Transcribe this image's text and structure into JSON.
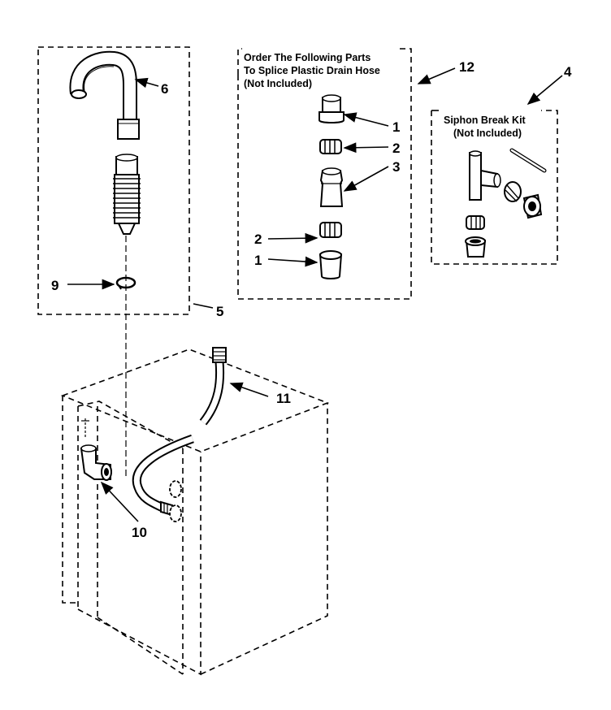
{
  "diagram": {
    "box12_title_lines": [
      "Order The Following Parts",
      "To Splice Plastic Drain Hose",
      "(Not Included)"
    ],
    "box4_title_lines": [
      "Siphon Break Kit",
      "(Not Included)"
    ],
    "callouts": {
      "n6": "6",
      "n5": "5",
      "n9": "9",
      "n12": "12",
      "n4": "4",
      "n1a": "1",
      "n2a": "2",
      "n3": "3",
      "n2b": "2",
      "n1b": "1",
      "n11": "11",
      "n10": "10"
    }
  }
}
